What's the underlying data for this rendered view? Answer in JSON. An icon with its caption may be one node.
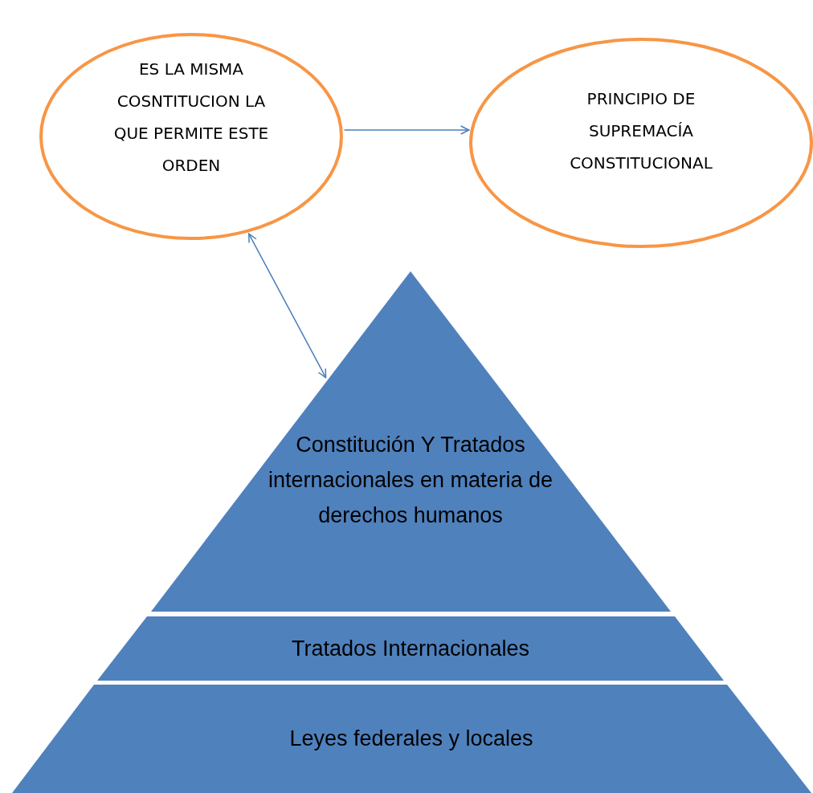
{
  "diagram": {
    "nodes": [
      {
        "text": [
          "ES LA MISMA COSNTITUCION LA QUE PERMITE ESTE ORDEN"
        ]
      },
      {
        "text": [
          "PRINCIPIO DE SUPREMACÍA CONSTITUCIONAL"
        ]
      },
      {
        "text": [
          "Constitución Y Tratados internacionales en materia de derechos humanos"
        ]
      },
      {
        "text": [
          "Tratados Internacionales"
        ]
      },
      {
        "text": [
          "Leyes federales y locales"
        ]
      }
    ],
    "edges": [
      {
        "from": 0,
        "to": 1,
        "arrow": "to"
      },
      {
        "from": 0,
        "to": 2,
        "arrow": "both"
      }
    ]
  }
}
